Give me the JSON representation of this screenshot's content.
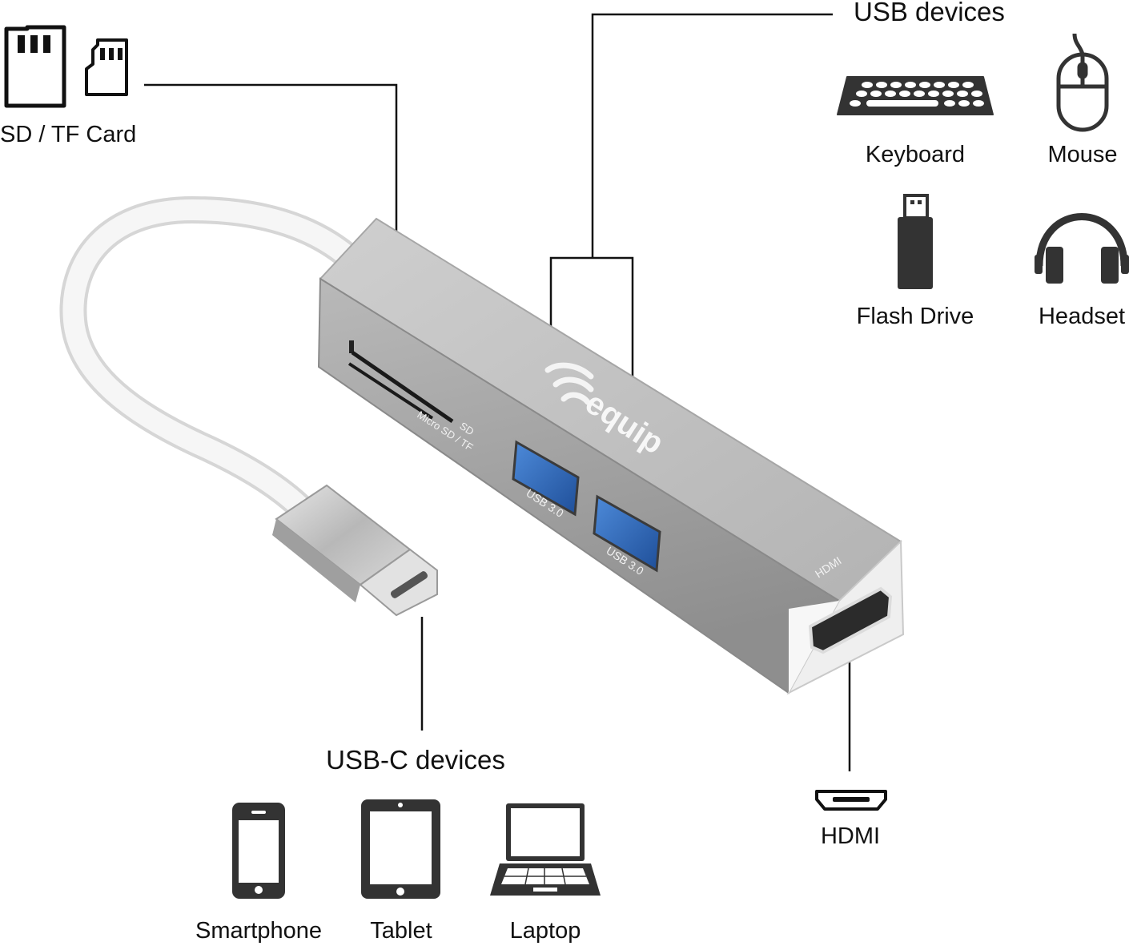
{
  "colors": {
    "line": "#111111",
    "icon": "#333333",
    "hub_body": "#a8a8a8",
    "usb3_port": "#2a64b5",
    "cable": "#f2f2f2"
  },
  "labels": {
    "sd_tf_card": "SD / TF Card",
    "usb_devices": "USB devices",
    "keyboard": "Keyboard",
    "mouse": "Mouse",
    "flash_drive": "Flash Drive",
    "headset": "Headset",
    "usb_c_devices": "USB-C devices",
    "smartphone": "Smartphone",
    "tablet": "Tablet",
    "laptop": "Laptop",
    "hdmi": "HDMI"
  },
  "device_print": {
    "brand": "equip",
    "sd_slot": "SD",
    "micro_slot": "Micro SD / TF",
    "usb_port_1": "USB 3.0",
    "usb_port_2": "USB 3.0",
    "hdmi_port": "HDMI"
  },
  "icons": {
    "sd_card": "sd-card-icon",
    "micro_sd_card": "micro-sd-card-icon",
    "keyboard": "keyboard-icon",
    "mouse": "mouse-icon",
    "flash_drive": "flash-drive-icon",
    "headset": "headset-icon",
    "smartphone": "smartphone-icon",
    "tablet": "tablet-icon",
    "laptop": "laptop-icon",
    "hdmi": "hdmi-port-icon"
  }
}
